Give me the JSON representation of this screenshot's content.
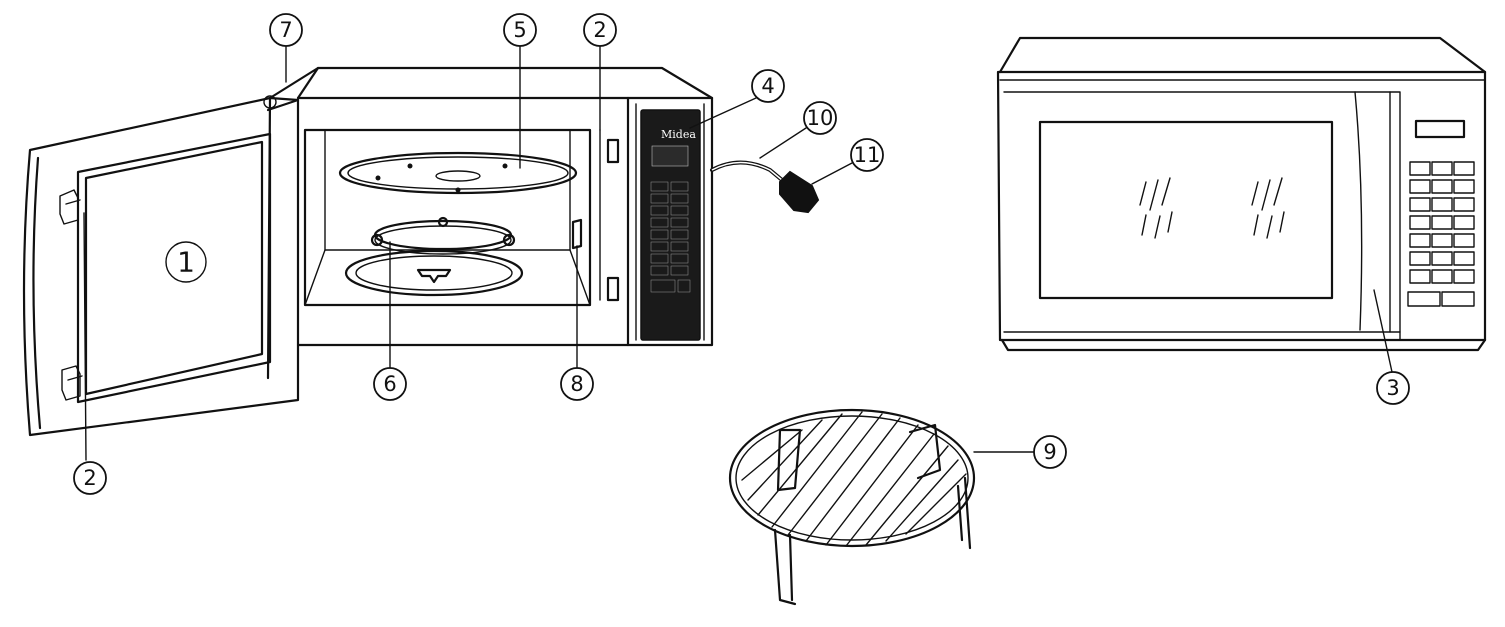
{
  "brand_logo": "Midea",
  "door_label": "1",
  "callouts": [
    {
      "id": "c1",
      "label": "2"
    },
    {
      "id": "c2",
      "label": "2"
    },
    {
      "id": "c3",
      "label": "3"
    },
    {
      "id": "c4",
      "label": "4"
    },
    {
      "id": "c5",
      "label": "5"
    },
    {
      "id": "c6",
      "label": "6"
    },
    {
      "id": "c7",
      "label": "7"
    },
    {
      "id": "c8",
      "label": "8"
    },
    {
      "id": "c9",
      "label": "9"
    },
    {
      "id": "c10",
      "label": "10"
    },
    {
      "id": "c11",
      "label": "11"
    }
  ],
  "colors": {
    "line": "#111111",
    "panel": "#1a1a1a",
    "background": "#ffffff"
  }
}
